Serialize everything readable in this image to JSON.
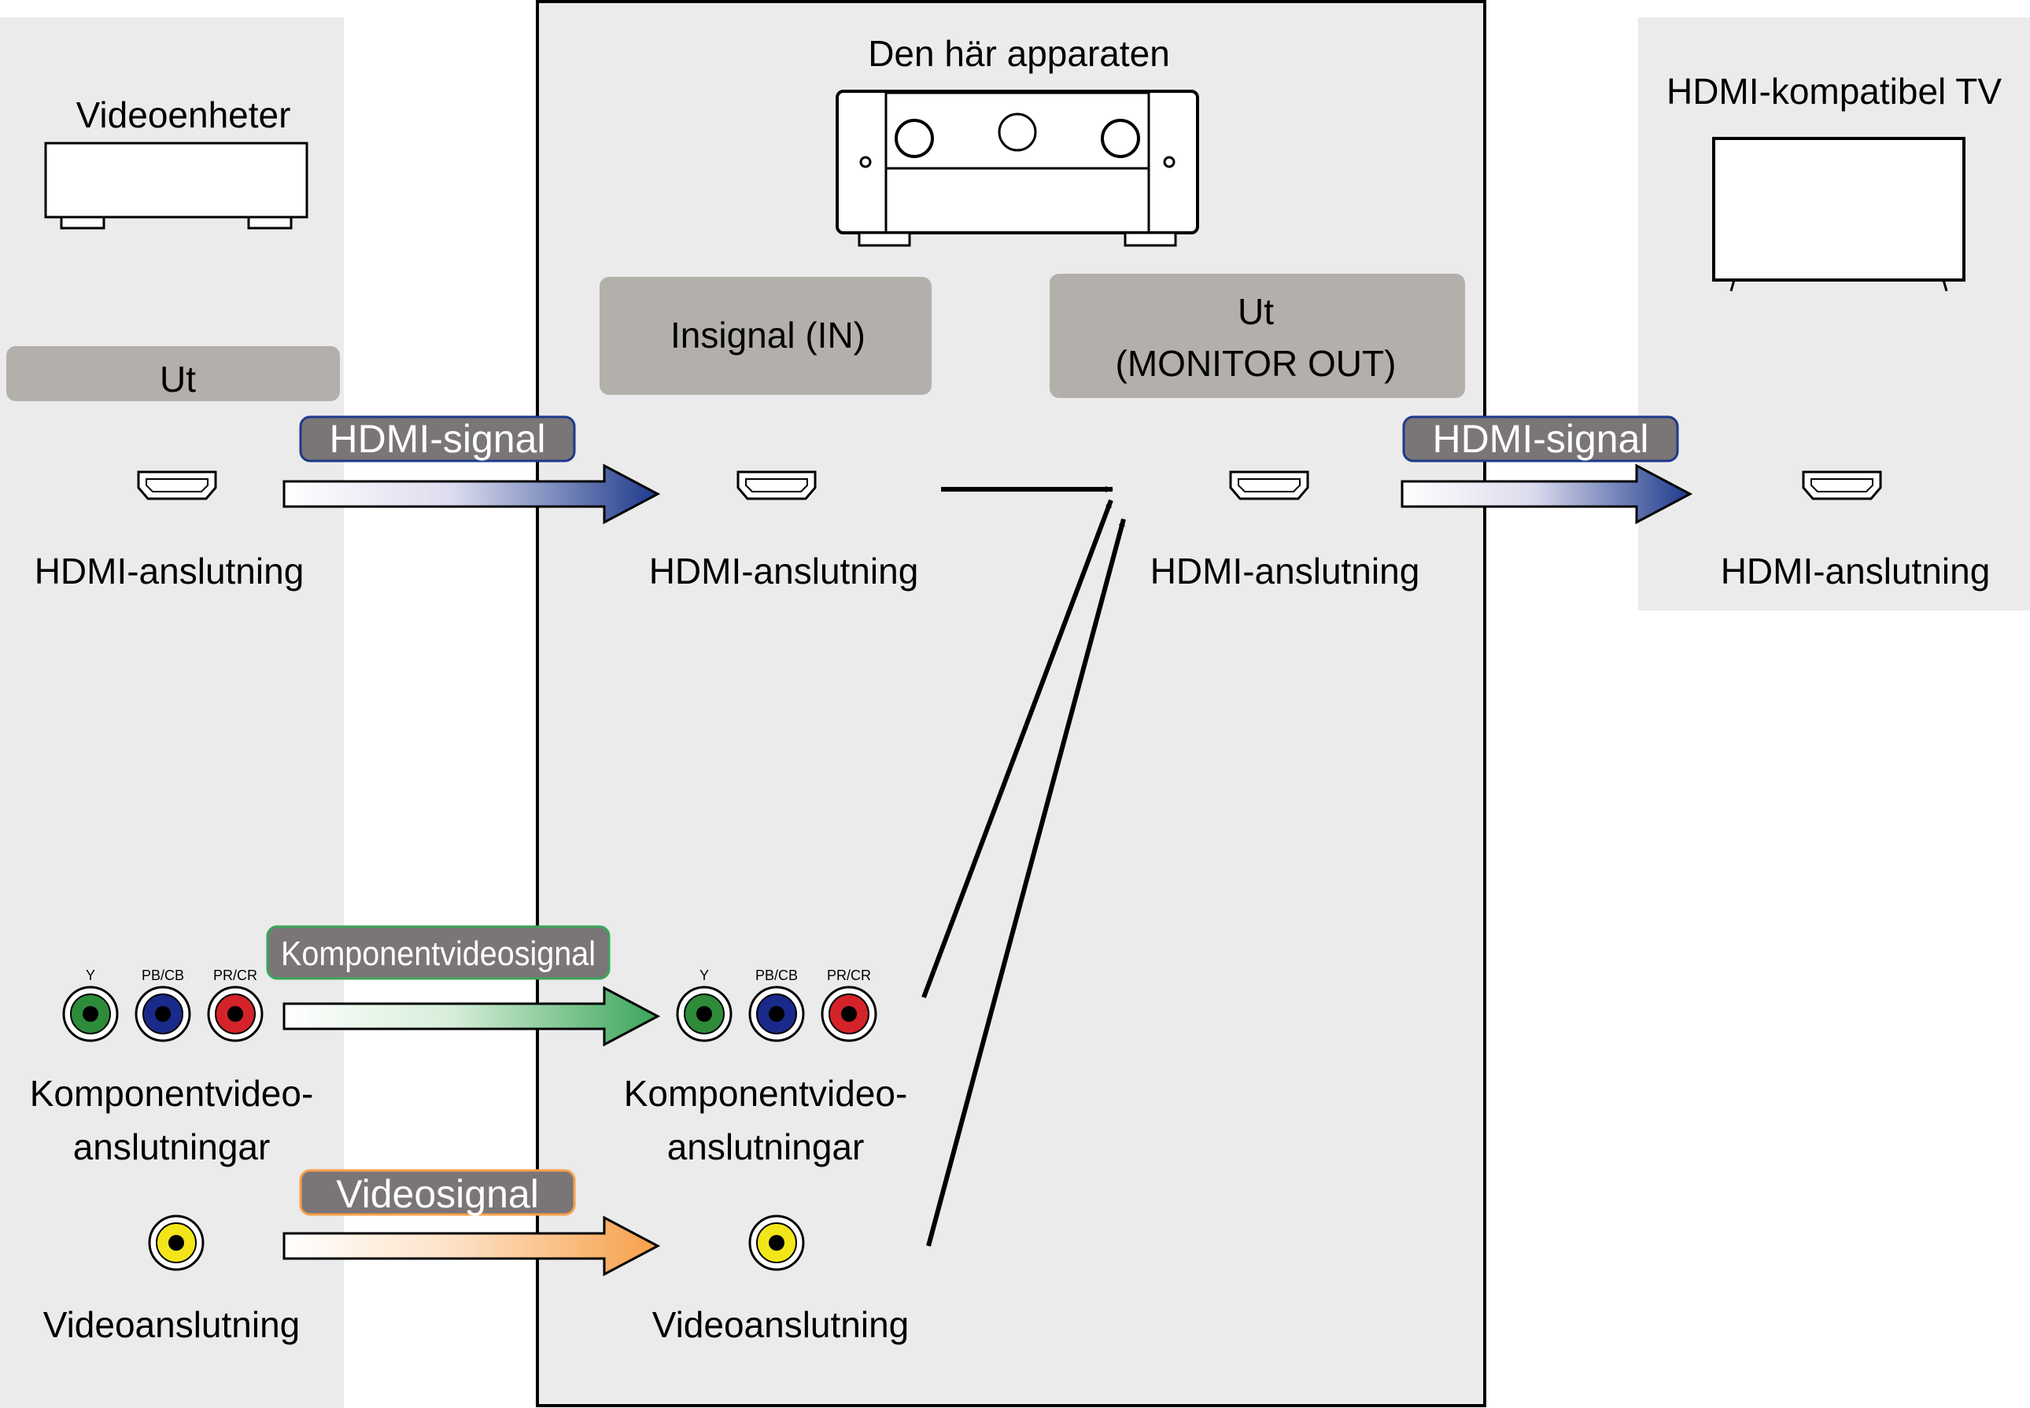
{
  "source_panel": {
    "title": "Videoenheter",
    "output_label": "Ut",
    "hdmi_connector_label": "HDMI-anslutning",
    "component_connector_label_line1": "Komponentvideo-",
    "component_connector_label_line2": "anslutningar",
    "video_connector_label": "Videoanslutning"
  },
  "receiver_panel": {
    "title": "Den här apparaten",
    "input_label": "Insignal (IN)",
    "output_label_line1": "Ut",
    "output_label_line2": "(MONITOR OUT)",
    "hdmi_in_connector_label": "HDMI-anslutning",
    "hdmi_out_connector_label": "HDMI-anslutning",
    "component_connector_label_line1": "Komponentvideo-",
    "component_connector_label_line2": "anslutningar",
    "video_connector_label": "Videoanslutning"
  },
  "tv_panel": {
    "title": "HDMI-kompatibel TV",
    "hdmi_connector_label": "HDMI-anslutning"
  },
  "signals": {
    "hdmi_in": "HDMI-signal",
    "hdmi_out": "HDMI-signal",
    "component": "Komponentvideosignal",
    "composite": "Videosignal"
  },
  "jack_labels": {
    "y": "Y",
    "pb": "PB/CB",
    "pr": "PR/CR"
  },
  "colors": {
    "panel_bg": "#ebebeb",
    "label_box": "#b3b0ac",
    "badge_bg": "#7a7576",
    "hdmi_arrow": "#1d3a8c",
    "component_arrow": "#3aa55a",
    "composite_arrow": "#f7a04a",
    "jack_green": "#2e8b3a",
    "jack_blue": "#1a2a8a",
    "jack_red": "#d4232a",
    "jack_yellow": "#f2e61a"
  }
}
